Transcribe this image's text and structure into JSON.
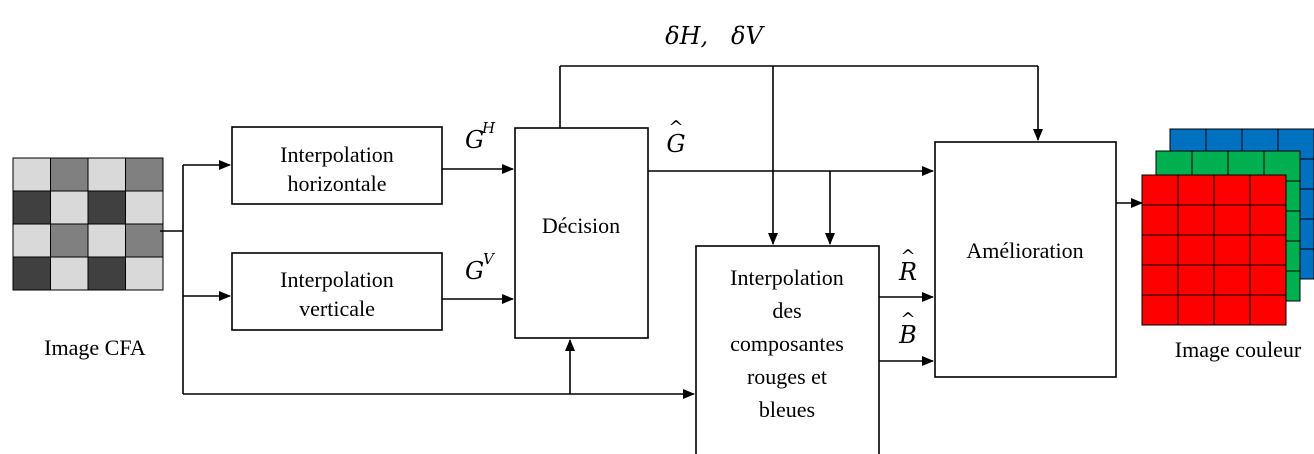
{
  "blocks": {
    "interp_h": [
      "Interpolation",
      "horizontale"
    ],
    "interp_v": [
      "Interpolation",
      "verticale"
    ],
    "decision": "Décision",
    "interp_rb": [
      "Interpolation",
      "des",
      "composantes",
      "rouges et",
      "bleues"
    ],
    "amelioration": "Amélioration"
  },
  "labels": {
    "input_image": "Image CFA",
    "output_image": "Image couleur",
    "deltas": "δH,   δV"
  },
  "signals": {
    "g_h": {
      "base": "G",
      "sup": "H"
    },
    "g_v": {
      "base": "G",
      "sup": "V"
    },
    "g_hat": {
      "base": "G",
      "hat": "^"
    },
    "r_hat": {
      "base": "R",
      "hat": "^"
    },
    "b_hat": {
      "base": "B",
      "hat": "^"
    }
  },
  "colors": {
    "cfa_light": "#d9d9d9",
    "cfa_mid": "#808080",
    "cfa_dark": "#404040",
    "red": "#ff0000",
    "green": "#00b050",
    "blue": "#0070c0"
  }
}
